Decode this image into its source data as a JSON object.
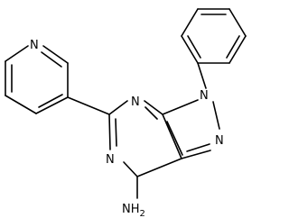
{
  "structure": {
    "atom_labels": {
      "pyridine_n": "N",
      "pyrimidine_n_top": "N",
      "pyrimidine_n_bottom": "N",
      "pyrazole_n1": "N",
      "pyrazole_n2": "N",
      "amine": "NH",
      "amine_subscript": "2"
    },
    "colors": {
      "bond": "#000000",
      "text": "#000000",
      "background": "#ffffff"
    }
  }
}
